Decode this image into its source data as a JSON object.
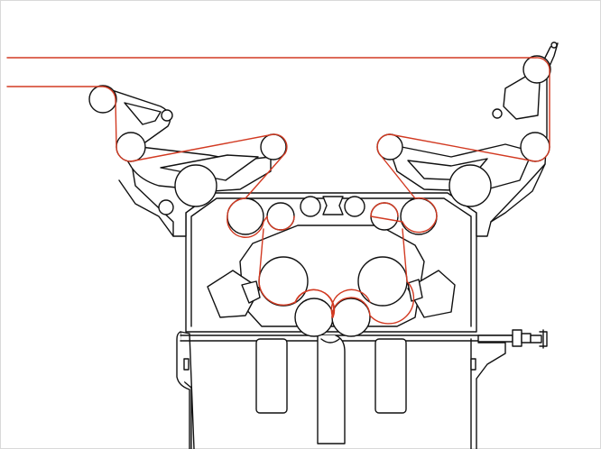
{
  "colors": {
    "machine_line": "#111111",
    "web_path": "#d23a22",
    "background": "#ffffff",
    "frame": "#d9d9d9"
  },
  "components": {
    "left_guide_arm": "roller-arm",
    "right_guide_arm": "roller-arm",
    "nip_rolls": 2,
    "large_cylinders": 2,
    "drive_shaft": "threaded-spindle"
  }
}
